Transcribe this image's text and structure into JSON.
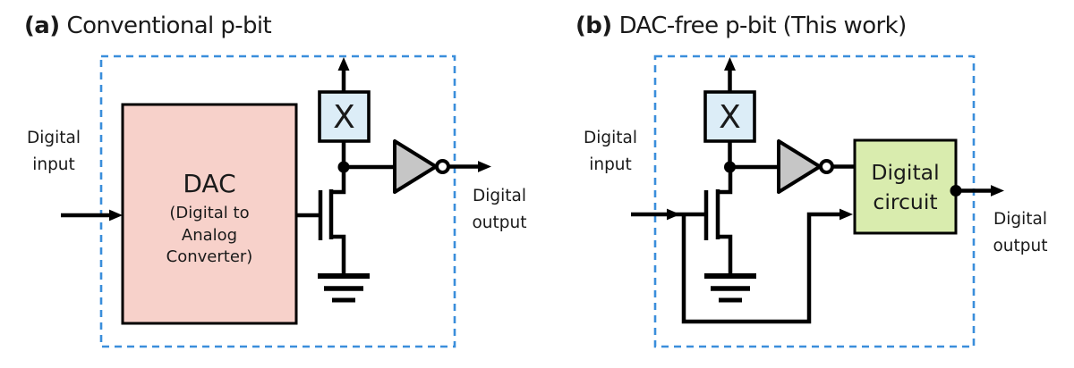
{
  "figure": {
    "panel_a": {
      "label": "(a)",
      "title": "Conventional p-bit",
      "input_label": {
        "line1": "Digital",
        "line2": "input"
      },
      "output_label": {
        "line1": "Digital",
        "line2": "output"
      },
      "dac": {
        "name": "DAC",
        "desc_line1": "(Digital to",
        "desc_line2": "Analog",
        "desc_line3": "Converter)"
      },
      "mtj": "X"
    },
    "panel_b": {
      "label": "(b)",
      "title": "DAC-free p-bit (This work)",
      "input_label": {
        "line1": "Digital",
        "line2": "input"
      },
      "output_label": {
        "line1": "Digital",
        "line2": "output"
      },
      "mtj": "X",
      "digital_circuit": {
        "line1": "Digital",
        "line2": "circuit"
      }
    },
    "colors": {
      "dac_fill": "#f7d1ca",
      "mtj_fill": "#dcedf7",
      "inverter_fill": "#c6c6c6",
      "digital_circuit_fill": "#d9ecae",
      "dashed_box": "#3a8edb",
      "wire": "#000000",
      "text": "#1a1a1a"
    }
  }
}
